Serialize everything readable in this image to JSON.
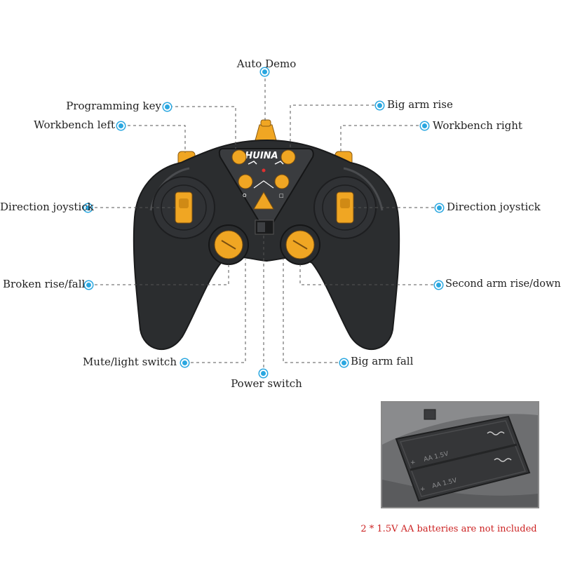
{
  "labels": {
    "auto_demo": "Auto Demo",
    "programming_key": "Programming key",
    "big_arm_rise": "Big arm rise",
    "workbench_left": "Workbench left",
    "workbench_right": "Workbench right",
    "direction_joystick_left": "Direction joystick",
    "direction_joystick_right": "Direction joystick",
    "broken_rise_fall": "Broken rise/fall",
    "second_arm_rise_down": "Second arm rise/down",
    "mute_light_switch": "Mute/light switch",
    "big_arm_fall": "Big arm fall",
    "power_switch": "Power switch"
  },
  "controller": {
    "brand": "HUINA"
  },
  "battery_compartment": {
    "cell_marking_top": "AA 1.5V",
    "cell_marking_bottom": "AA 1.5V"
  },
  "battery_note": "2 * 1.5V AA batteries are not included",
  "colors": {
    "body": "#2b2d2f",
    "accent_orange": "#f0a623",
    "callout_dot": "#2aa7e0",
    "note_text": "#cc2222"
  }
}
